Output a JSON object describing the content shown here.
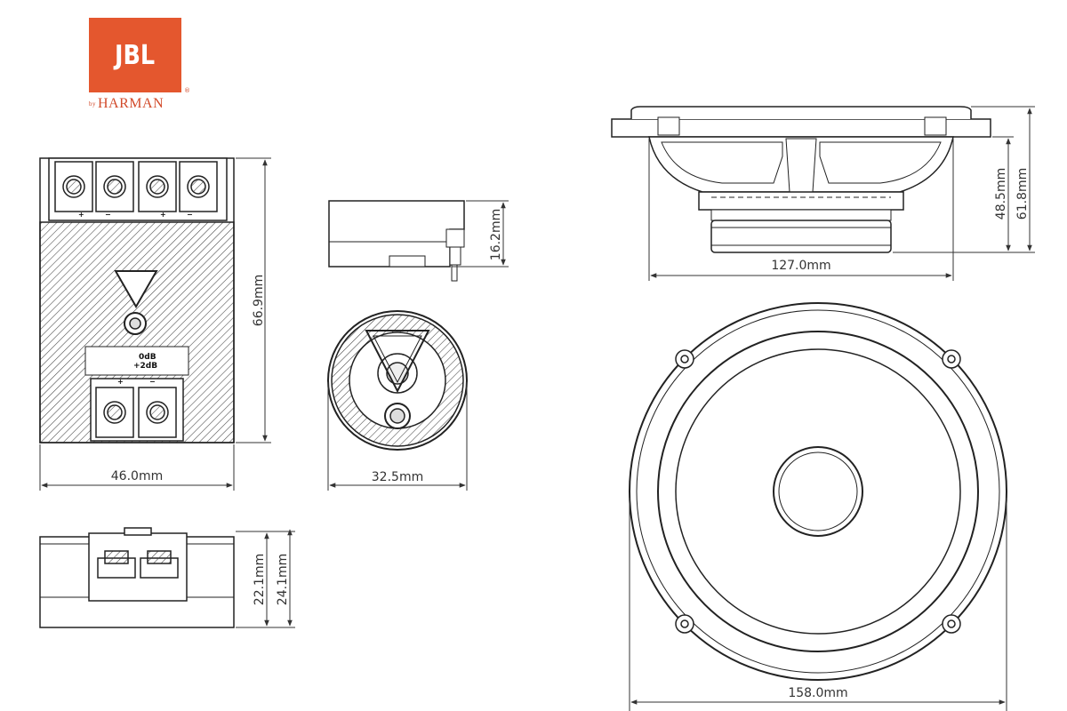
{
  "brand": {
    "logo": "JBL",
    "by": "by",
    "maker": "HARMAN",
    "reg_mark": "®",
    "logo_color": "#e4572e"
  },
  "dimensions": {
    "crossover_height": "66.9mm",
    "crossover_width": "46.0mm",
    "crossover_depth_inner": "22.1mm",
    "crossover_depth_outer": "24.1mm",
    "tweeter_depth": "16.2mm",
    "tweeter_diameter": "32.5mm",
    "woofer_cutout": "127.0mm",
    "woofer_mount_depth": "48.5mm",
    "woofer_total_depth": "61.8mm",
    "woofer_diameter": "158.0mm"
  },
  "crossover": {
    "level_0db": "0dB",
    "level_2db": "+2dB",
    "plus": "+",
    "minus": "−"
  }
}
